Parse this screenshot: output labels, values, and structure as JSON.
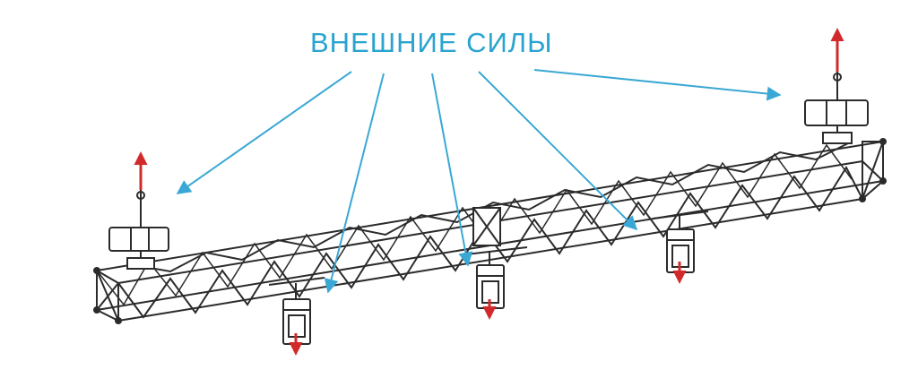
{
  "title": "ВНЕШНИЕ СИЛЫ",
  "colors": {
    "title": "#2aa3d0",
    "pointer_arrows": "#3aa8d4",
    "force_up": "#d22a2a",
    "force_down": "#d22a2a",
    "truss": "#2b2b2b"
  },
  "elements": {
    "truss": "truss-beam",
    "hoists": [
      "left-chain-hoist",
      "right-chain-hoist"
    ],
    "loads": [
      "left-hanging-load",
      "center-hanging-load",
      "right-hanging-load"
    ],
    "forces_up": [
      "left-upward-force",
      "right-upward-force"
    ],
    "forces_down": [
      "left-downward-force",
      "center-downward-force",
      "right-downward-force"
    ]
  }
}
